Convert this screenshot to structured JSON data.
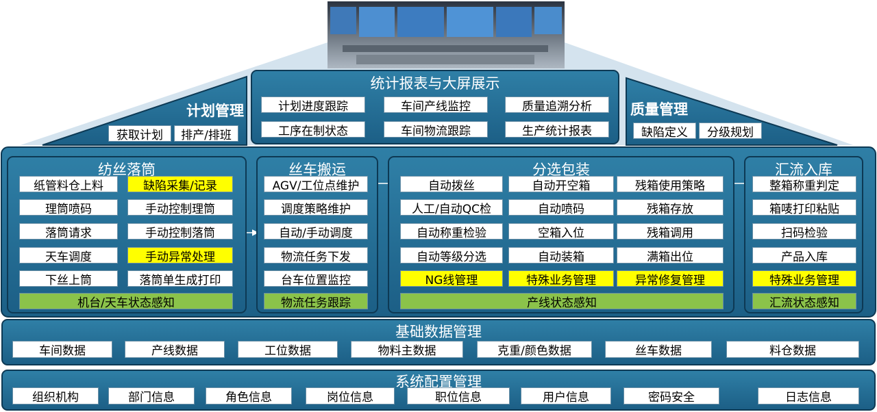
{
  "stats": {
    "title": "统计报表与大屏展示",
    "items": [
      "计划进度跟踪",
      "车间产线监控",
      "质量追溯分析",
      "工序在制状态",
      "车间物流跟踪",
      "生产统计报表"
    ]
  },
  "plan": {
    "title": "计划管理",
    "items": [
      "获取计划",
      "排产/排班"
    ]
  },
  "quality": {
    "title": "质量管理",
    "items": [
      "缺陷定义",
      "分级规划"
    ]
  },
  "spinning": {
    "title": "纺丝落筒",
    "left": [
      "纸管料仓上料",
      "理筒喷码",
      "落筒请求",
      "天车调度",
      "下丝上筒"
    ],
    "right": [
      "缺陷采集/记录",
      "手动控制理筒",
      "手动控制落筒",
      "手动异常处理",
      "落筒单生成打印"
    ],
    "status": "机台/天车状态感知"
  },
  "carrier": {
    "title": "丝车搬运",
    "items": [
      "AGV/工位点维护",
      "调度策略维护",
      "自动/手动调度",
      "物流任务下发",
      "台车位置监控"
    ],
    "status": "物流任务跟踪"
  },
  "sorting": {
    "title": "分选包装",
    "col1": [
      "自动拨丝",
      "人工/自动QC检",
      "自动称重检验",
      "自动等级分选",
      "NG线管理"
    ],
    "col2": [
      "自动开空箱",
      "自动喷码",
      "空箱入位",
      "自动装箱",
      "特殊业务管理"
    ],
    "col3": [
      "残箱使用策略",
      "残箱存放",
      "残箱调用",
      "满箱出位",
      "异常修复管理"
    ],
    "status": "产线状态感知"
  },
  "warehouse": {
    "title": "汇流入库",
    "items": [
      "整箱称重判定",
      "箱唛打印粘贴",
      "扫码检验",
      "产品入库",
      "特殊业务管理"
    ],
    "status": "汇流状态感知"
  },
  "basic": {
    "title": "基础数据管理",
    "items": [
      "车间数据",
      "产线数据",
      "工位数据",
      "物料主数据",
      "克重/颜色数据",
      "丝车数据",
      "料仓数据"
    ]
  },
  "config": {
    "title": "系统配置管理",
    "items": [
      "组织机构",
      "部门信息",
      "角色信息",
      "岗位信息",
      "职位信息",
      "用户信息",
      "密码安全",
      "日志信息"
    ]
  }
}
